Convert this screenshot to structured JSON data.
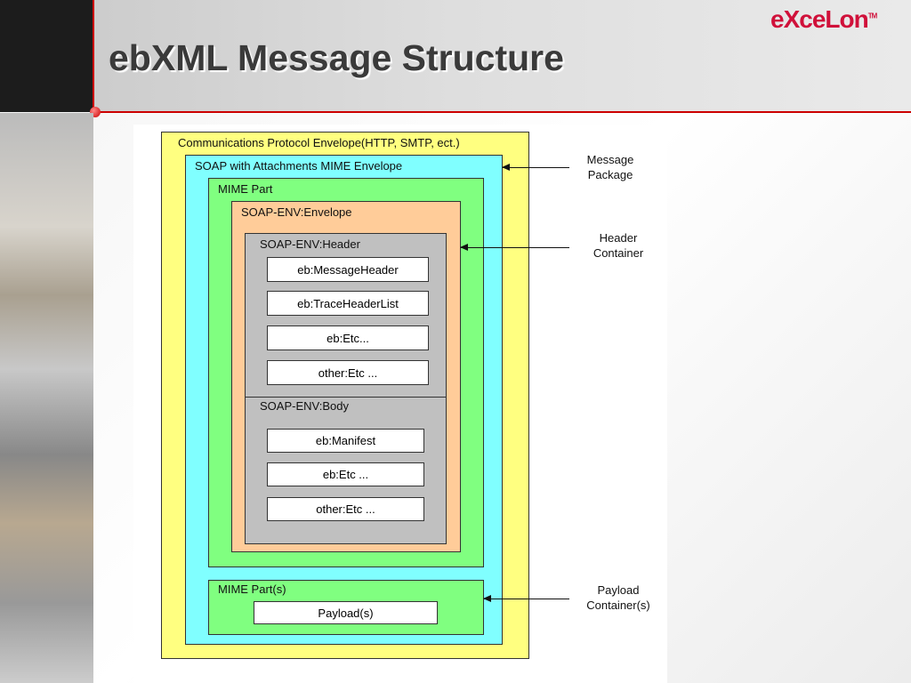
{
  "title": "ebXML Message Structure",
  "logo": "eXceLon",
  "diagram": {
    "comm_envelope": "Communications Protocol Envelope(HTTP, SMTP, ect.)",
    "soap_mime_envelope": "SOAP with Attachments MIME Envelope",
    "mime_part": "MIME Part",
    "soap_envelope": "SOAP-ENV:Envelope",
    "soap_header": "SOAP-ENV:Header",
    "header_items": [
      "eb:MessageHeader",
      "eb:TraceHeaderList",
      "eb:Etc...",
      "other:Etc ..."
    ],
    "soap_body": "SOAP-ENV:Body",
    "body_items": [
      "eb:Manifest",
      "eb:Etc ...",
      "other:Etc ..."
    ],
    "mime_parts": "MIME Part(s)",
    "payload": "Payload(s)",
    "labels": {
      "message_package": "Message\nPackage",
      "header_container": "Header\nContainer",
      "payload_container": "Payload\nContainer(s)"
    }
  },
  "colors": {
    "yellow": "#ffff80",
    "cyan": "#80ffff",
    "green": "#80ff80",
    "peach": "#ffcc99",
    "gray": "#c0c0c0",
    "accent": "#cc0000"
  }
}
